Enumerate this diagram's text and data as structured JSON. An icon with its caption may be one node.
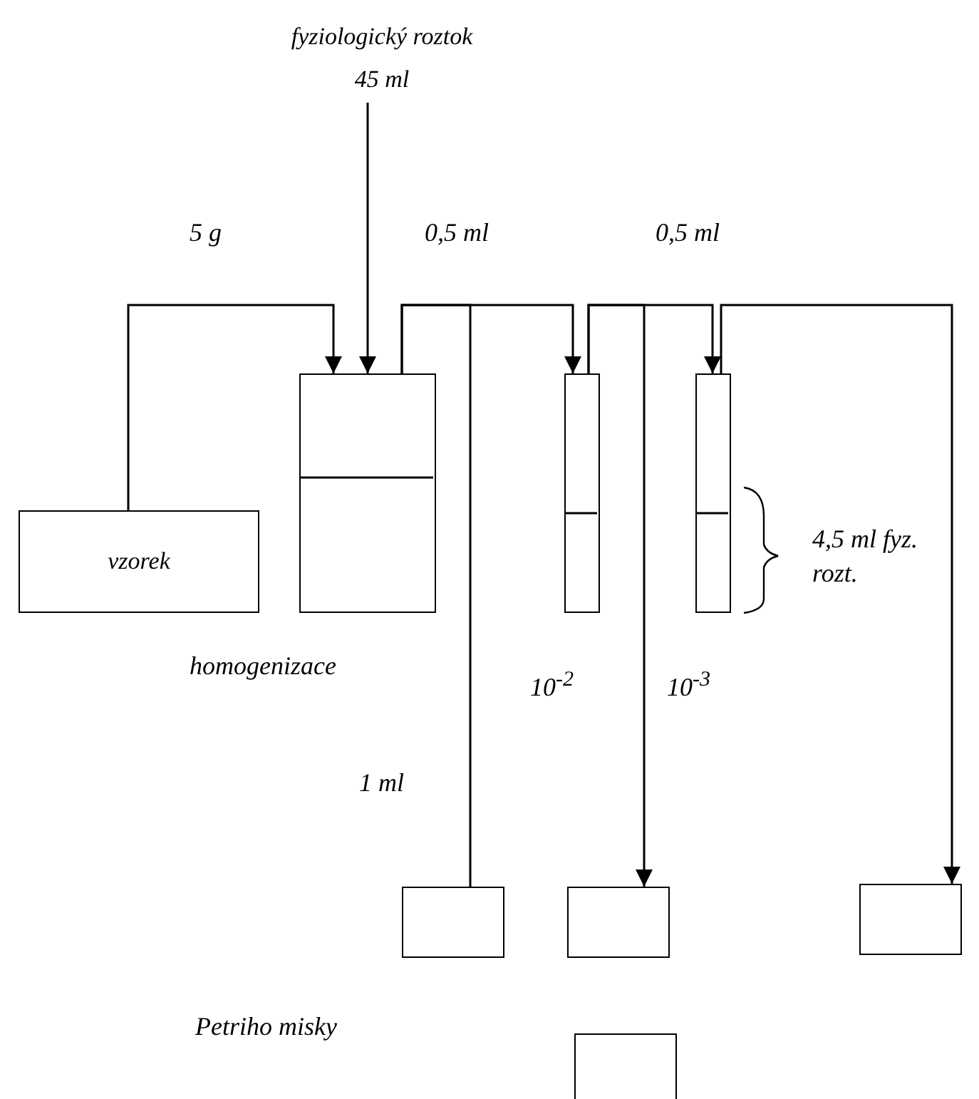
{
  "diagram": {
    "nodes": [
      {
        "text": [
          "fyziologický roztok",
          "45 ml"
        ]
      },
      {
        "text": [
          "vzorek"
        ]
      },
      {
        "text": [],
        "shape": "box",
        "beside": [
          "homogenizace"
        ]
      },
      {
        "text": [],
        "shape": "tube",
        "beside": [
          "10$^{-2}$"
        ]
      },
      {
        "text": [],
        "shape": "tube",
        "beside": [
          "10$^{-3}$"
        ]
      },
      {
        "text": [],
        "shape": "box"
      },
      {
        "text": [],
        "shape": "box"
      },
      {
        "text": [],
        "shape": "box"
      },
      {
        "text": [],
        "shape": "box"
      }
    ],
    "edges": [
      {
        "from": 0,
        "to": 2,
        "arrow": "to"
      },
      {
        "from": 1,
        "to": 2,
        "arrow": "to",
        "label": "5 g"
      },
      {
        "from": 2,
        "to": 3,
        "arrow": "to",
        "label": "0,5 ml"
      },
      {
        "from": 2,
        "to": 5,
        "arrow": "none",
        "label": "1 ml"
      },
      {
        "from": 3,
        "to": 4,
        "arrow": "to",
        "label": "0,5 ml"
      },
      {
        "from": 3,
        "to": 6,
        "arrow": "to"
      },
      {
        "from": 4,
        "to": 7,
        "arrow": "to"
      }
    ],
    "labels": [
      "4,5 ml fyz. rozt.",
      "Petriho misky"
    ]
  }
}
